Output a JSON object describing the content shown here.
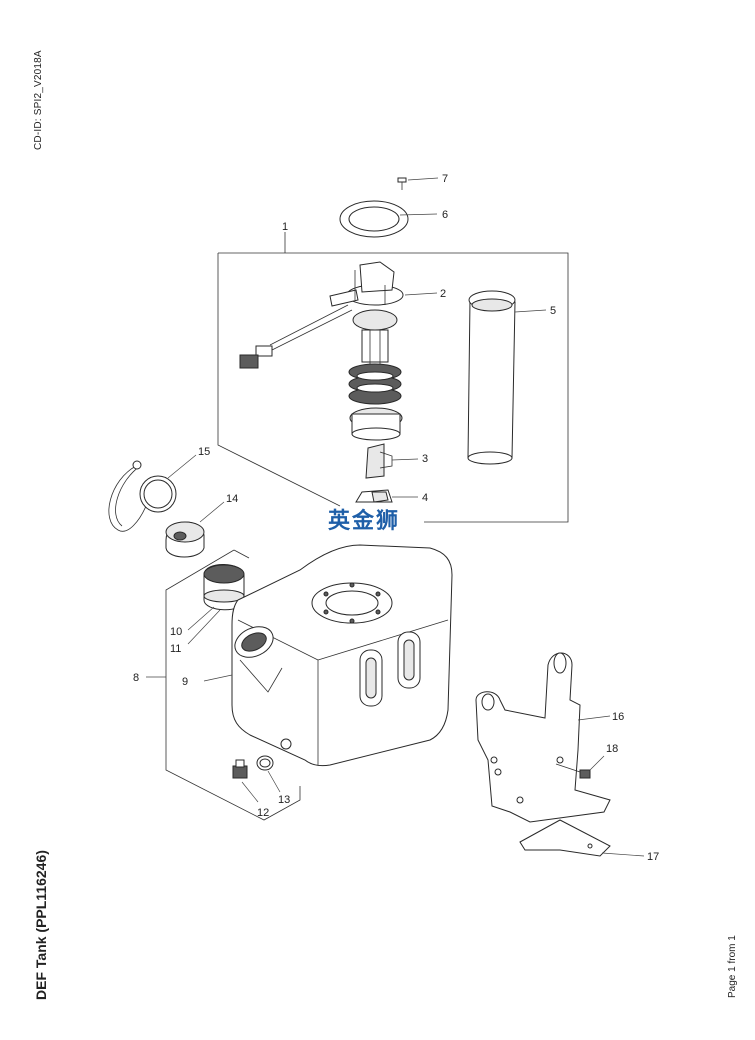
{
  "header": {
    "cd_id": "CD-ID: SPI2_V2018A"
  },
  "footer": {
    "title": "DEF Tank (PPL116246)",
    "page": "Page 1 from 1"
  },
  "watermark": {
    "text": "英金狮",
    "color": "#1f5fa8"
  },
  "callouts": [
    "1",
    "2",
    "3",
    "4",
    "5",
    "6",
    "7",
    "8",
    "9",
    "10",
    "11",
    "12",
    "13",
    "14",
    "15",
    "16",
    "17",
    "18"
  ]
}
